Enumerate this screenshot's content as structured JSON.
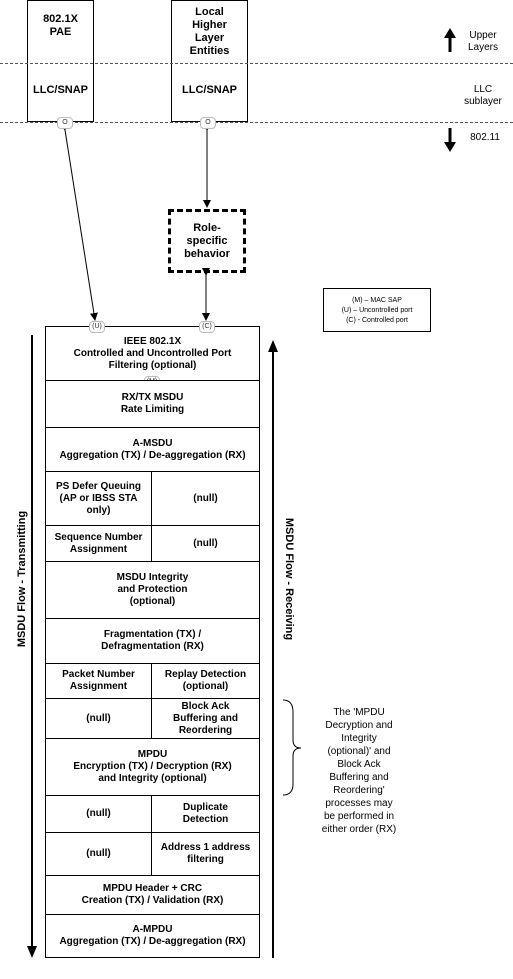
{
  "top": {
    "pae": "802.1X\nPAE",
    "higher": "Local\nHigher\nLayer\nEntities",
    "llc_left": "LLC/SNAP",
    "llc_right": "LLC/SNAP"
  },
  "side_labels": {
    "upper": "Upper\nLayers",
    "llc": "LLC\nsublayer",
    "mac": "802.11"
  },
  "role": "Role-\nspecific\nbehavior",
  "legend": {
    "m": "(M) – MAC SAP",
    "u": "(U) – Uncontrolled port",
    "c": "(C) - Controlled port"
  },
  "saps": {
    "o1": "O",
    "o2": "O",
    "u": "(U)",
    "c": "(C)",
    "m": "(M)"
  },
  "stack": {
    "r1": "IEEE 802.1X\nControlled and Uncontrolled Port\nFiltering (optional)",
    "r2": "RX/TX MSDU\nRate Limiting",
    "r3": "A-MSDU\nAggregation (TX) / De-aggregation (RX)",
    "r4_left": "PS Defer Queuing\n(AP or IBSS STA\nonly)",
    "r4_right": "(null)",
    "r5_left": "Sequence Number\nAssignment",
    "r5_right": "(null)",
    "r6": "MSDU Integrity\nand Protection\n(optional)",
    "r7": "Fragmentation (TX) /\nDefragmentation (RX)",
    "r8_left": "Packet Number\nAssignment",
    "r8_right": "Replay Detection\n(optional)",
    "r9_left": "(null)",
    "r9_right": "Block Ack\nBuffering and\nReordering",
    "r10": "MPDU\nEncryption (TX) / Decryption (RX)\nand Integrity (optional)",
    "r11_left": "(null)",
    "r11_right": "Duplicate\nDetection",
    "r12_left": "(null)",
    "r12_right": "Address 1 address\nfiltering",
    "r13": "MPDU Header + CRC\nCreation (TX) / Validation (RX)",
    "r14": "A-MPDU\nAggregation (TX) / De-aggregation (RX)"
  },
  "flows": {
    "tx": "MSDU Flow - Transmitting",
    "rx": "MSDU Flow - Receiving"
  },
  "note": "The 'MPDU\nDecryption and\nIntegrity\n(optional)' and\nBlock Ack\nBuffering and\nReordering'\nprocesses may\nbe performed in\neither order (RX)"
}
